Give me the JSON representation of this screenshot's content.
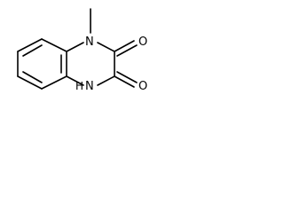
{
  "diagram": {
    "atoms": {
      "n1": "N",
      "n4": "N",
      "h4": "H",
      "o2": "O",
      "o3": "O"
    }
  }
}
